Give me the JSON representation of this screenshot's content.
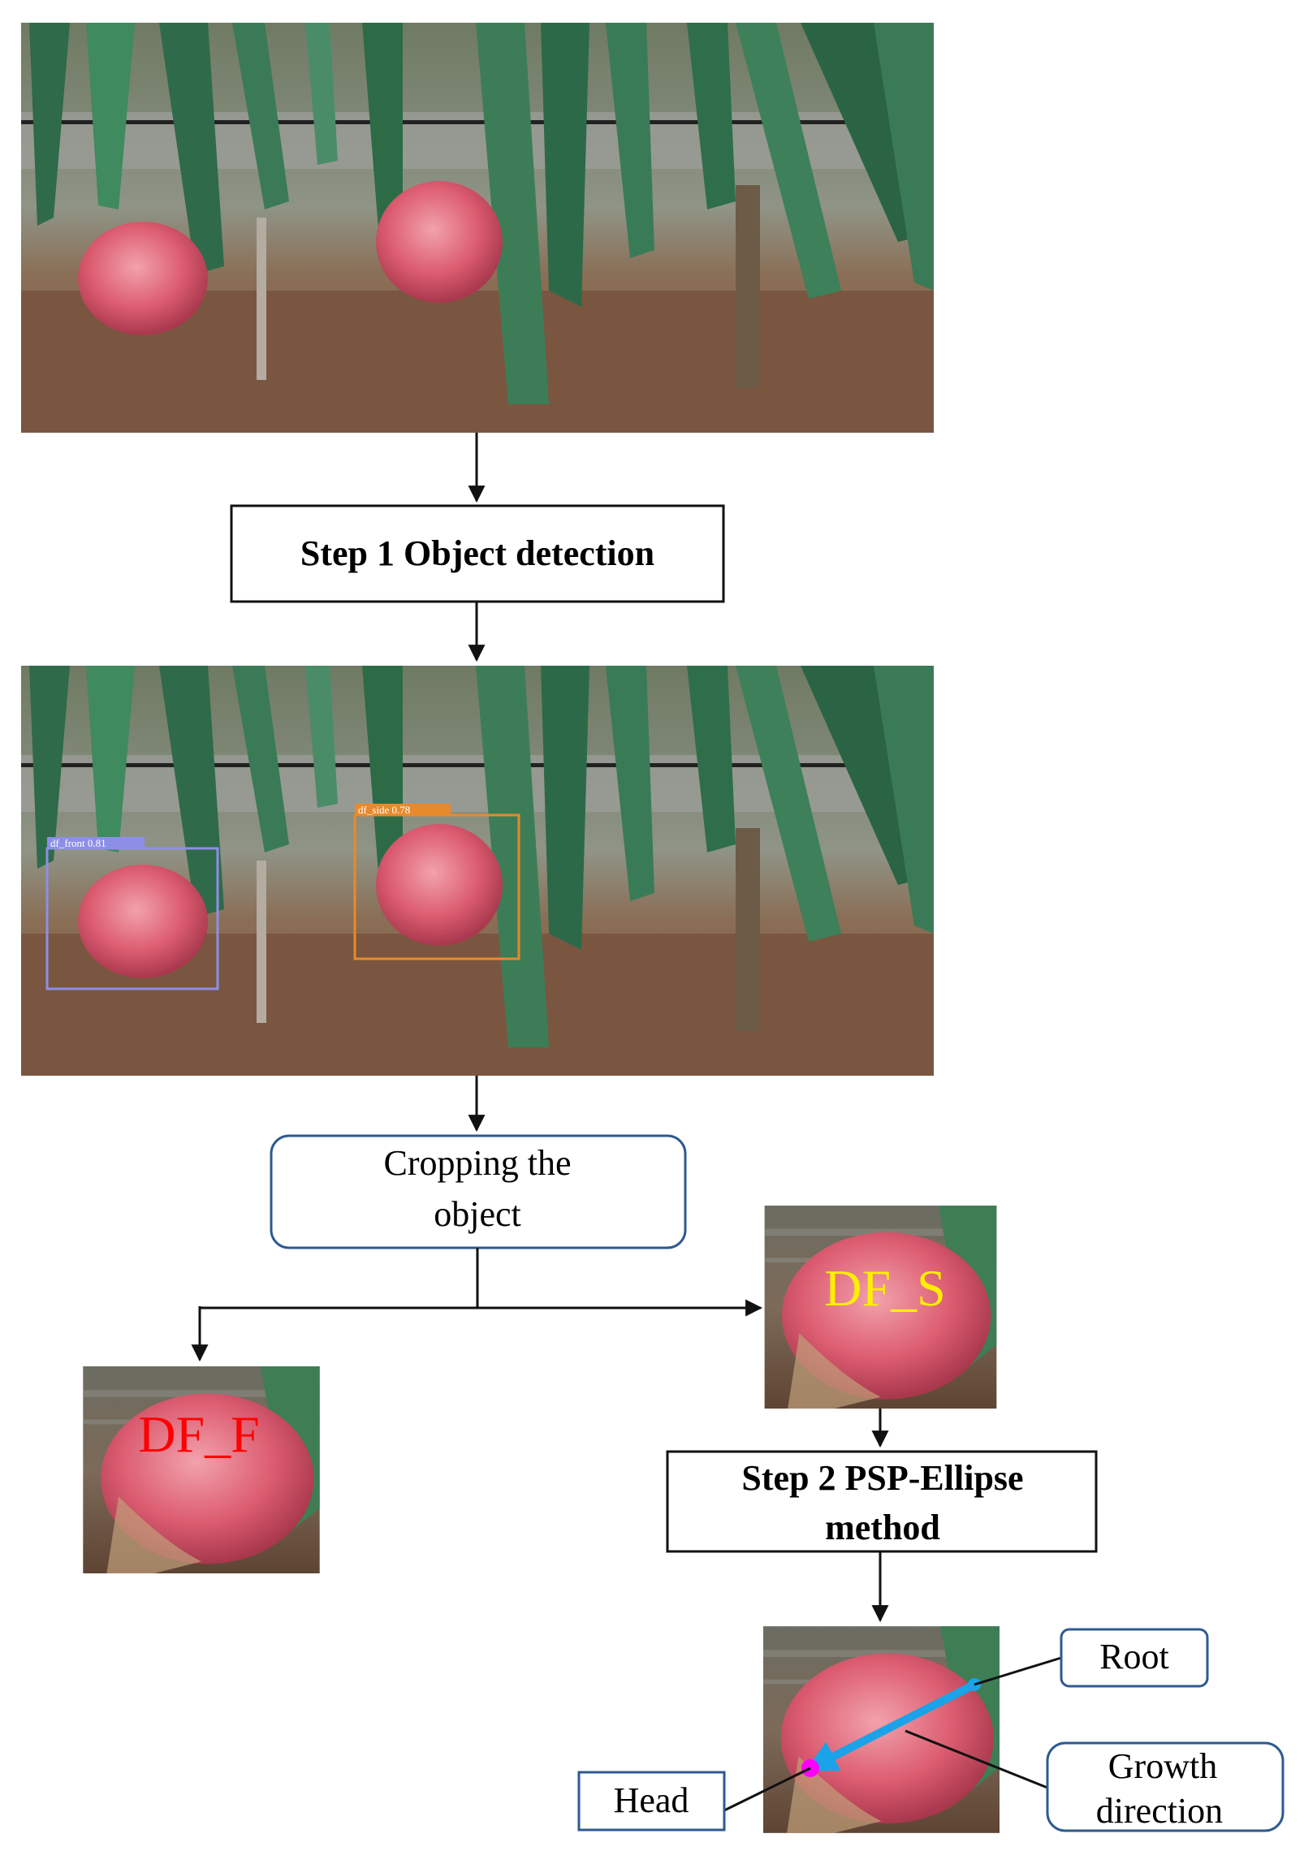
{
  "steps": {
    "step1": "Step 1 Object detection",
    "crop_line1": "Cropping the",
    "crop_line2": "object",
    "step2_line1": "Step 2 PSP-Ellipse",
    "step2_line2": "method"
  },
  "detections": {
    "front_label": "df_front 0.81",
    "side_label": "df_side 0.78"
  },
  "crops": {
    "front": "DF_F",
    "side": "DF_S"
  },
  "callouts": {
    "root": "Root",
    "head": "Head",
    "growth_line1": "Growth",
    "growth_line2": "direction"
  },
  "colors": {
    "arrow": "#111111",
    "box_border": "#111111",
    "rounded_border": "#2e5a8f",
    "front_box": "#8d8fe6",
    "side_box": "#e88a2b",
    "front_crop_text": "#ff0000",
    "side_crop_text": "#ffef00",
    "growth_vector": "#1aa3e8",
    "head_point": "#ff00ff"
  }
}
